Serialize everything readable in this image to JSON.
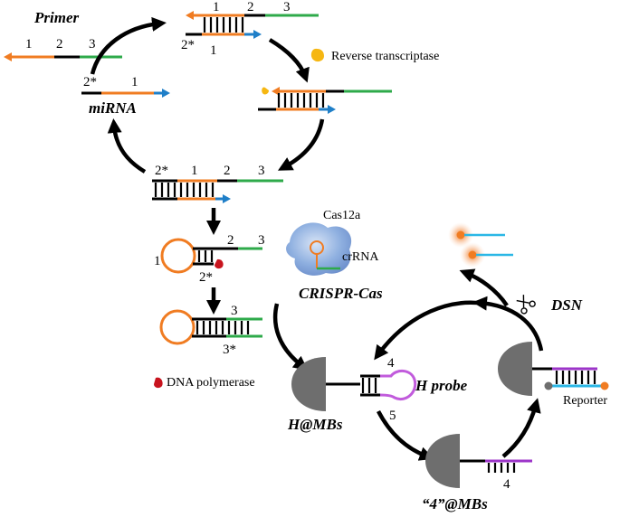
{
  "labels": {
    "primer": "Primer",
    "mirna": "miRNA",
    "reverse_transcriptase": "Reverse transcriptase",
    "cas12a": "Cas12a",
    "crrna": "crRNA",
    "crispr_cas": "CRISPR-Cas",
    "dna_polymerase": "DNA polymerase",
    "h_probe": "H probe",
    "h_mbs": "H@MBs",
    "four_mbs": "“4”@MBs",
    "dsn": "DSN",
    "reporter": "Reporter"
  },
  "segments": {
    "s1": "1",
    "s2": "2",
    "s3": "3",
    "s2star": "2*",
    "s3star": "3*",
    "s4": "4",
    "s5": "5"
  },
  "colors": {
    "orange": "#f07c22",
    "green": "#2eaa4a",
    "blue": "#1f7fc8",
    "purple": "#9c35c9",
    "cyan": "#2bb7e6",
    "magenta": "#c15bdc",
    "enzyme_yellow": "#f6b712",
    "polymerase_red": "#c8141e",
    "bead_gray": "#6e6e6e",
    "cas_blue": "#7a9fd6",
    "black": "#000000"
  },
  "icons": [
    "scissors-icon",
    "reverse-transcriptase-icon",
    "dna-polymerase-icon",
    "cas12a-complex-icon",
    "magnetic-bead-icon",
    "fluorophore-icon"
  ]
}
